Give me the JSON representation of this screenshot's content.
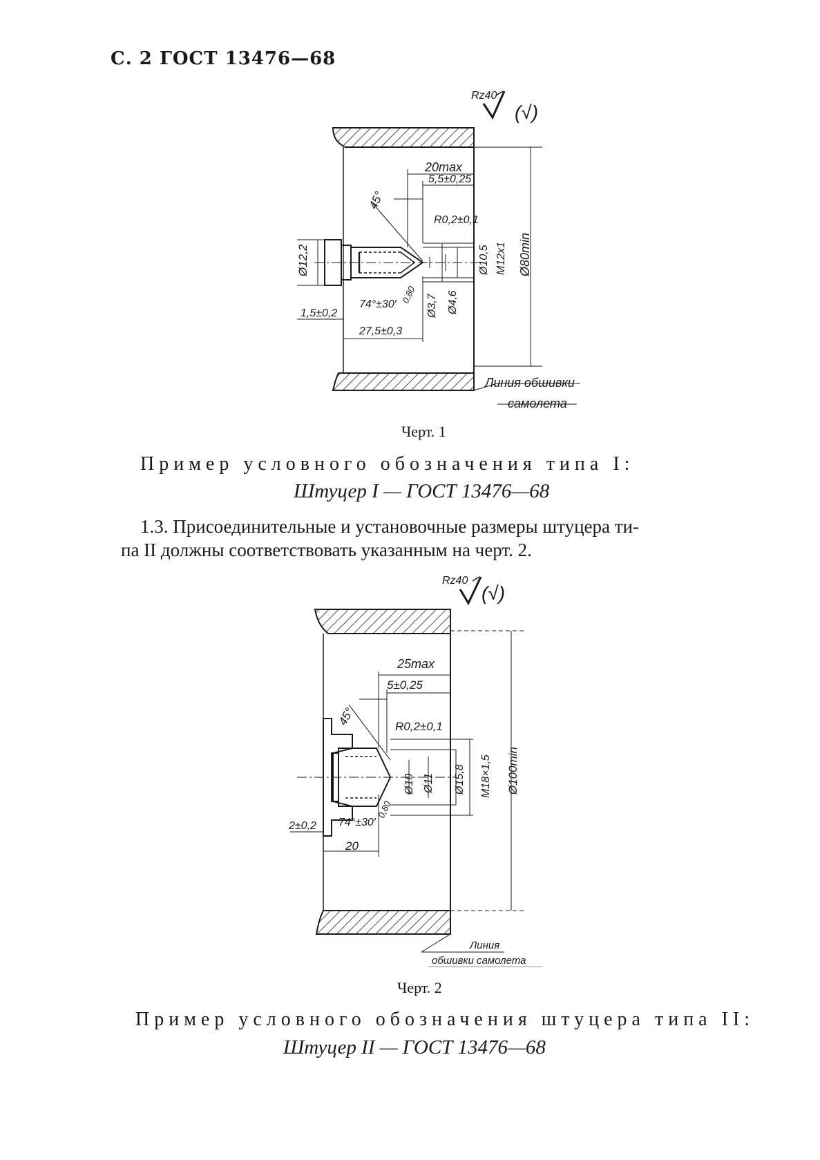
{
  "header": "С. 2 ГОСТ 13476—68",
  "drawing1": {
    "roughness": "Rz40",
    "roughness_check": "(√)",
    "dims": {
      "len_max": "20max",
      "depth": "5,5±0,25",
      "angle45": "45°",
      "radius": "R0,2±0,1",
      "d_head": "Ø12,2",
      "d105": "Ø10,5",
      "thread": "M12x1",
      "d_min": "Ø80min",
      "angle_cone": "74°±30′",
      "chamfer": "0,80",
      "d37": "Ø3,7",
      "d46": "Ø4,6",
      "flange": "1,5±0,2",
      "length": "27,5±0,3"
    },
    "skin_line_1": "Линия обшивки",
    "skin_line_2": "самолета",
    "caption": "Черт. 1"
  },
  "example1": {
    "label": "Пример условного обозначения типа I:",
    "designation": "Штуцер I — ГОСТ 13476—68"
  },
  "paragraph_1_3": {
    "line1": "1.3. Присоединительные и установочные размеры штуцера ти-",
    "line2": "па II должны соответствовать указанным на черт. 2."
  },
  "drawing2": {
    "roughness": "Rz40",
    "roughness_check": "(√)",
    "dims": {
      "len_max": "25max",
      "depth": "5±0,25",
      "angle45": "45°",
      "radius": "R0,2±0,1",
      "d10": "Ø10",
      "d11": "Ø11",
      "d158": "Ø15,8",
      "thread": "M18×1,5",
      "d_min": "Ø100min",
      "angle_cone": "74°±30′",
      "chamfer": "0,80",
      "flange": "2±0,2",
      "length": "20"
    },
    "skin_line_1": "Линия",
    "skin_line_2": "обшивки самолета",
    "caption": "Черт. 2"
  },
  "example2": {
    "label": "Пример условного обозначения штуцера типа II:",
    "designation": "Штуцер II — ГОСТ 13476—68"
  }
}
